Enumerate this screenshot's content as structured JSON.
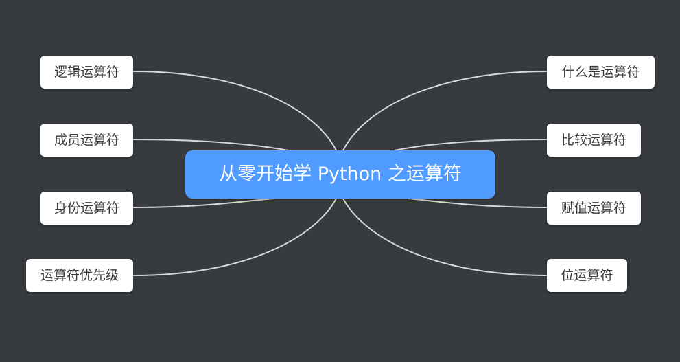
{
  "mindmap": {
    "root": {
      "label": "从零开始学 Python 之运算符"
    },
    "left_topics": [
      {
        "label": "逻辑运算符"
      },
      {
        "label": "成员运算符"
      },
      {
        "label": "身份运算符"
      },
      {
        "label": "运算符优先级"
      }
    ],
    "right_topics": [
      {
        "label": "什么是运算符"
      },
      {
        "label": "比较运算符"
      },
      {
        "label": "赋值运算符"
      },
      {
        "label": "位运算符"
      }
    ]
  },
  "colors": {
    "background": "#373a3e",
    "root_fill": "#4f9bff",
    "root_text": "#ffffff",
    "topic_fill": "#ffffff",
    "topic_text": "#3a3a3a",
    "edge": "#d9d9d9"
  }
}
